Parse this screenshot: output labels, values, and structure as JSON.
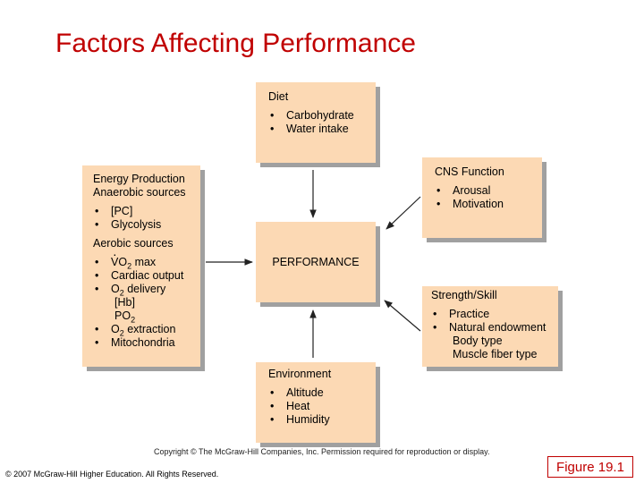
{
  "title": "Factors Affecting Performance",
  "diet": {
    "heading": "Diet",
    "items": [
      "Carbohydrate",
      "Water intake"
    ]
  },
  "energy": {
    "heading1": "Energy Production",
    "heading2": "Anaerobic sources",
    "anaerobic": [
      "[PC]",
      "Glycolysis"
    ],
    "aerobic_heading": "Aerobic sources",
    "vo2_prefix": "V",
    "vo2_o": "O",
    "vo2_sub": "2",
    "vo2_suffix": " max",
    "cardiac": "Cardiac output",
    "o2d_o": "O",
    "o2d_sub": "2",
    "o2d_suffix": " delivery",
    "hb": "[Hb]",
    "po2_po": "PO",
    "po2_sub": "2",
    "o2e_o": "O",
    "o2e_sub": "2",
    "o2e_suffix": " extraction",
    "mito": "Mitochondria"
  },
  "cns": {
    "heading": "CNS Function",
    "items": [
      "Arousal",
      "Motivation"
    ]
  },
  "performance": {
    "label": "PERFORMANCE"
  },
  "strength": {
    "heading": "Strength/Skill",
    "items": [
      "Practice",
      "Natural endowment"
    ],
    "sub_items": [
      "Body type",
      "Muscle fiber type"
    ]
  },
  "environment": {
    "heading": "Environment",
    "items": [
      "Altitude",
      "Heat",
      "Humidity"
    ]
  },
  "copyright": "Copyright © The McGraw-Hill Companies, Inc. Permission required for reproduction or display.",
  "figure_label": "Figure 19.1",
  "footer": "© 2007 McGraw-Hill Higher Education. All Rights Reserved.",
  "colors": {
    "title": "#c00000",
    "box_fill": "#fcd9b4",
    "box_shadow": "#a0a0a0",
    "figure_border": "#c00000"
  }
}
